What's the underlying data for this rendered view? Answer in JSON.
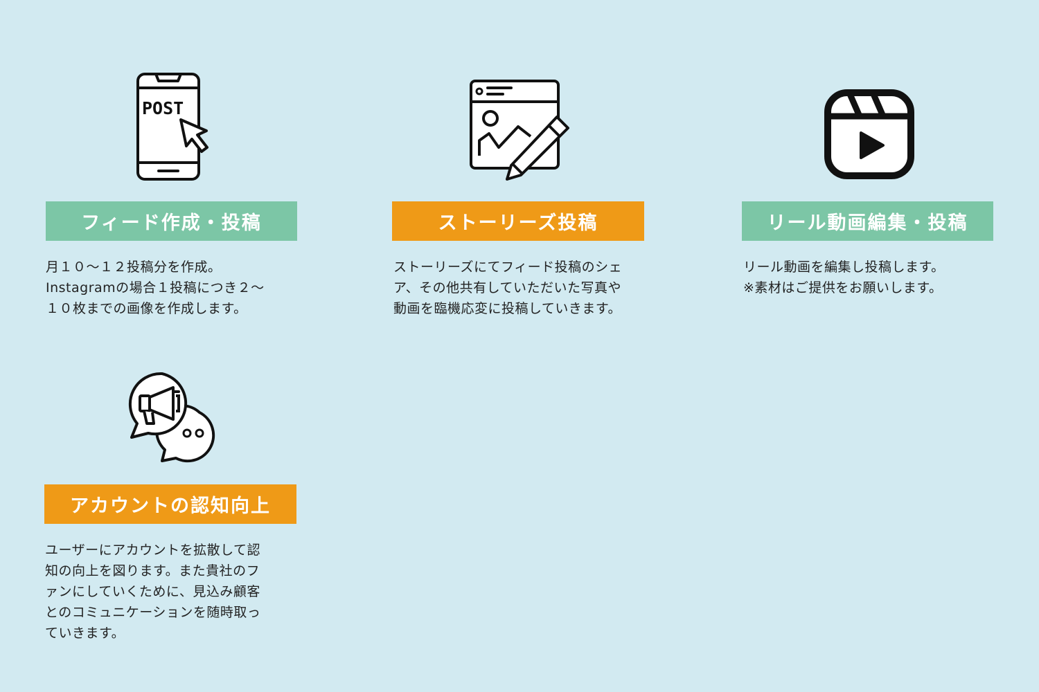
{
  "colors": {
    "background": "#d2eaf1",
    "green_label": "#7cc6a6",
    "orange_label": "#ef9a17",
    "label_text": "#ffffff",
    "body_text": "#222222"
  },
  "services": [
    {
      "icon": "phone-post-icon",
      "icon_text": "POST",
      "title": "フィード作成・投稿",
      "color": "green",
      "desc": [
        "月１０～１２投稿分を作成。",
        "Instagramの場合１投稿につき２～",
        "１０枚までの画像を作成します。"
      ]
    },
    {
      "icon": "image-edit-icon",
      "title": "ストーリーズ投稿",
      "color": "orange",
      "desc": [
        "ストーリーズにてフィード投稿のシェ",
        "ア、その他共有していただいた写真や",
        "動画を臨機応変に投稿していきます。"
      ]
    },
    {
      "icon": "reels-icon",
      "title": "リール動画編集・投稿",
      "color": "green",
      "desc": [
        "リール動画を編集し投稿します。",
        "※素材はご提供をお願いします。"
      ]
    },
    {
      "icon": "megaphone-chat-icon",
      "title": "アカウントの認知向上",
      "color": "orange",
      "desc": [
        "ユーザーにアカウントを拡散して認",
        "知の向上を図ります。また貴社のフ",
        "ァンにしていくために、見込み顧客",
        "とのコミュニケーションを随時取っ",
        "ていきます。"
      ]
    }
  ]
}
